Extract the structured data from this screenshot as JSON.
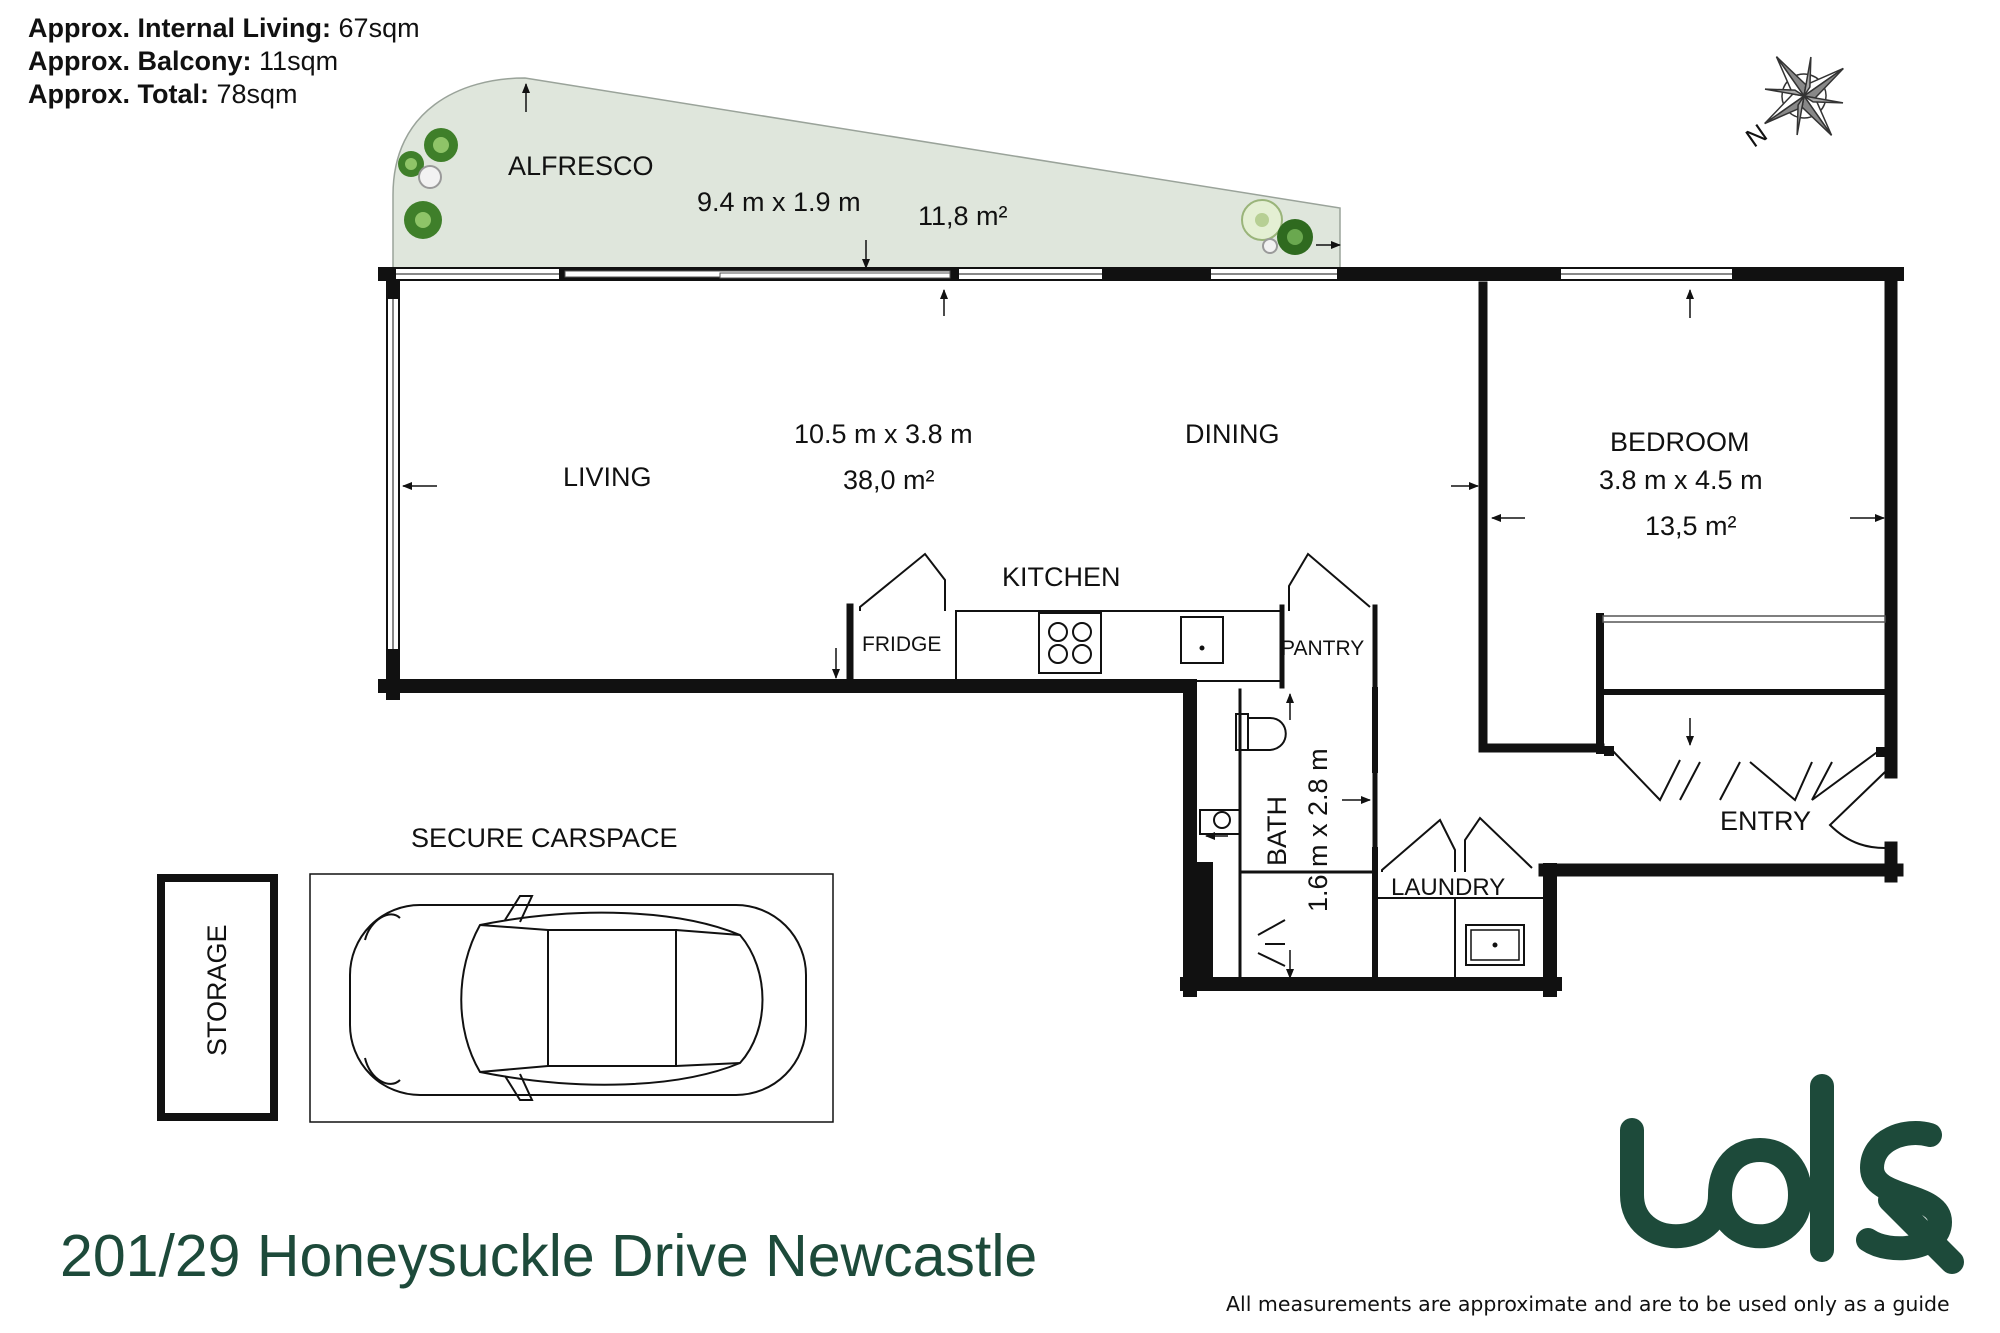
{
  "summary": {
    "internal_label": "Approx. Internal Living:",
    "internal_value": "67sqm",
    "balcony_label": "Approx. Balcony:",
    "balcony_value": "11sqm",
    "total_label": "Approx. Total:",
    "total_value": "78sqm"
  },
  "rooms": {
    "alfresco": {
      "name": "ALFRESCO",
      "dims": "9.4 m x 1.9 m",
      "area": "11,8 m²"
    },
    "living": {
      "name": "LIVING",
      "dims": "10.5 m x 3.8 m",
      "area": "38,0 m²"
    },
    "dining": {
      "name": "DINING"
    },
    "kitchen": {
      "name": "KITCHEN"
    },
    "fridge": {
      "name": "FRIDGE"
    },
    "pantry": {
      "name": "PANTRY"
    },
    "bedroom": {
      "name": "BEDROOM",
      "dims": "3.8 m x 4.5 m",
      "area": "13,5 m²"
    },
    "bath": {
      "name": "BATH",
      "dims": "1.6 m x 2.8 m"
    },
    "laundry": {
      "name": "LAUNDRY"
    },
    "entry": {
      "name": "ENTRY"
    },
    "carspace": {
      "name": "SECURE CARSPACE"
    },
    "storage": {
      "name": "STORAGE"
    }
  },
  "compass": {
    "north_label": "N"
  },
  "address": "201/29 Honeysuckle Drive Newcastle",
  "disclaimer": "All measurements are approximate and are to be used only as a guide",
  "colors": {
    "wall": "#111111",
    "balcony_fill": "#dfe6dc",
    "brand_green": "#1d4a3a",
    "plant_green": "#3f7f2a"
  }
}
